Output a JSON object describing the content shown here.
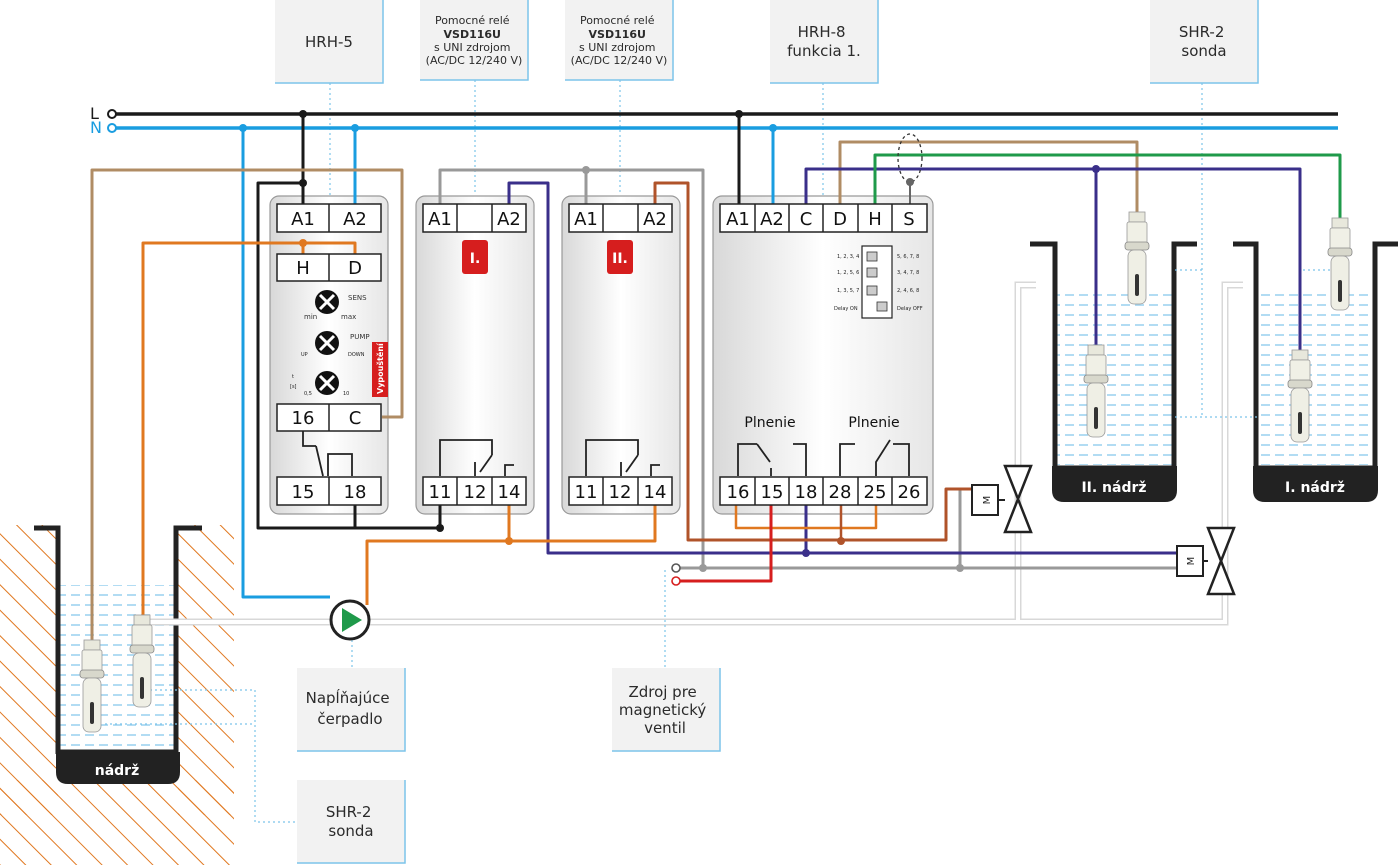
{
  "callouts": {
    "hrh5": "HRH-5",
    "relay1": [
      "Pomocné relé",
      "VSD116U",
      "s UNI zdrojom",
      "(AC/DC 12/240 V)"
    ],
    "relay2": [
      "Pomocné relé",
      "VSD116U",
      "s UNI zdrojom",
      "(AC/DC 12/240 V)"
    ],
    "hrh8": [
      "HRH-8",
      "funkcia 1."
    ],
    "shr2_top": [
      "SHR-2",
      "sonda"
    ],
    "pump": [
      "Napĺňajúce",
      "čerpadlo"
    ],
    "shr2_bottom": [
      "SHR-2",
      "sonda"
    ],
    "valve_supply": [
      "Zdroj pre",
      "magnetický",
      "ventil"
    ]
  },
  "bus": {
    "l_label": "L",
    "n_label": "N"
  },
  "hrh5": {
    "top_terms": [
      "A1",
      "A2"
    ],
    "probe_terms": [
      "H",
      "D"
    ],
    "knob1": {
      "label": "SENS",
      "min": "min",
      "max": "max"
    },
    "knob2": {
      "label": "PUMP",
      "up": "UP",
      "down": "DOWN"
    },
    "knob3": {
      "unit_t": "t",
      "unit_s": "[s]",
      "scale_min": "0,5",
      "scale_max": "10"
    },
    "side_tag": "Vypouštění",
    "mid_terms": [
      "16",
      "C"
    ],
    "bottom_terms": [
      "15",
      "18"
    ]
  },
  "relay1": {
    "top_terms": [
      "A1",
      "",
      "A2"
    ],
    "badge": "I.",
    "bottom_terms": [
      "11",
      "12",
      "14"
    ]
  },
  "relay2": {
    "top_terms": [
      "A1",
      "",
      "A2"
    ],
    "badge": "II.",
    "bottom_terms": [
      "11",
      "12",
      "14"
    ]
  },
  "hrh8": {
    "top_terms": [
      "A1",
      "A2",
      "C",
      "D",
      "H",
      "S"
    ],
    "dip_left": [
      "1, 2, 3, 4",
      "1, 2, 5, 6",
      "1, 3, 5, 7",
      "Delay ON"
    ],
    "dip_right": [
      "5, 6, 7, 8",
      "3, 4, 7, 8",
      "2, 4, 6, 8",
      "Delay OFF"
    ],
    "plnenie_1": "Plnenie",
    "plnenie_2": "Plnenie",
    "bottom_terms": [
      "16",
      "15",
      "18",
      "28",
      "25",
      "26"
    ]
  },
  "tanks": {
    "main": "nádrž",
    "tank2": "II. nádrž",
    "tank1": "I. nádrž"
  },
  "valve_m": "M",
  "colors": {
    "L": "#1a1a1a",
    "N": "#1a9de0",
    "brown_tan": "#b08c64",
    "orange": "#e07820",
    "navy": "#3a2f8a",
    "green": "#1f9a4a",
    "rust": "#b0532a",
    "grey": "#999999",
    "red": "#d61e1e",
    "badge": "#d61e1e",
    "water": "#c7e6f7"
  }
}
